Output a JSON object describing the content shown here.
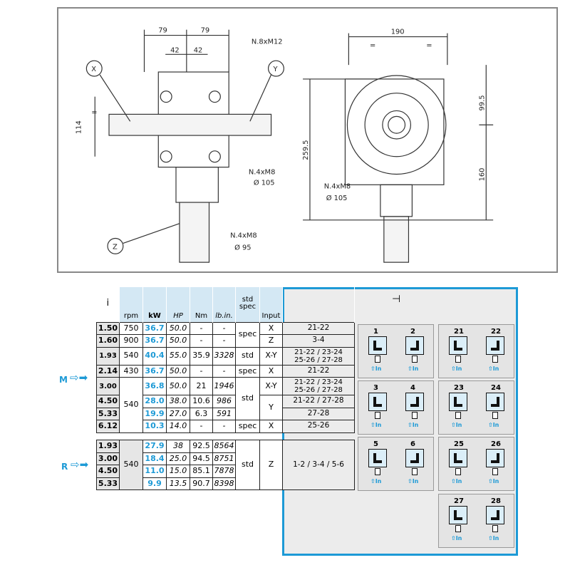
{
  "drawing": {
    "dims_top": [
      "79",
      "79"
    ],
    "dims_inner": [
      "42",
      "42"
    ],
    "bolt_top": "N.8xM12",
    "shaft_labels": {
      "x": "X",
      "y": "Y",
      "z": "Z"
    },
    "dim_left": "114",
    "equal": "=",
    "flange_y": {
      "bolts": "N.4xM8",
      "dia": "Ø 105"
    },
    "flange_z": {
      "bolts": "N.4xM8",
      "dia": "Ø 95"
    },
    "side_width": "190",
    "side_height": "259.5",
    "side_upper": "99.5",
    "side_lower": "160",
    "flange_side": {
      "bolts": "N.4xM8",
      "dia": "Ø 105"
    }
  },
  "headers": {
    "i": "i",
    "rpm": "rpm",
    "kw": "kW",
    "hp": "HP",
    "nm": "Nm",
    "lbin": "lb.in.",
    "std": "std",
    "spec": "spec",
    "input": "Input"
  },
  "side_labels": {
    "m": "M",
    "r": "R"
  },
  "m_rows": [
    {
      "i": "1.50",
      "rpm": "750",
      "kw": "36.7",
      "hp": "50.0",
      "nm": "-",
      "lb": "-",
      "type": "spec",
      "input": "X",
      "cfg": "21-22"
    },
    {
      "i": "1.60",
      "rpm": "900",
      "kw": "36.7",
      "hp": "50.0",
      "nm": "-",
      "lb": "-",
      "input": "Z",
      "cfg": "3-4"
    },
    {
      "i": "1.93",
      "rpm": "540",
      "kw": "40.4",
      "hp": "55.0",
      "nm": "35.9",
      "lb": "3328",
      "type": "std",
      "input": "X-Y",
      "cfg": "21-22 / 23-24",
      "cfg2": "25-26 / 27-28"
    },
    {
      "i": "2.14",
      "rpm": "430",
      "kw": "36.7",
      "hp": "50.0",
      "nm": "-",
      "lb": "-",
      "type": "spec",
      "input": "X",
      "cfg": "21-22"
    },
    {
      "i": "3.00",
      "rpm": "540",
      "kw": "36.8",
      "hp": "50.0",
      "nm": "21",
      "lb": "1946",
      "type": "std",
      "input": "X-Y",
      "cfg": "21-22 / 23-24",
      "cfg2": "25-26 / 27-28"
    },
    {
      "i": "4.50",
      "kw": "28.0",
      "hp": "38.0",
      "nm": "10.6",
      "lb": "986",
      "input": "Y",
      "cfg": "21-22 / 27-28"
    },
    {
      "i": "5.33",
      "kw": "19.9",
      "hp": "27.0",
      "nm": "6.3",
      "lb": "591",
      "cfg": "27-28"
    },
    {
      "i": "6.12",
      "kw": "10.3",
      "hp": "14.0",
      "nm": "-",
      "lb": "-",
      "type": "spec",
      "input": "X",
      "cfg": "25-26"
    }
  ],
  "r_rows": [
    {
      "i": "1.93",
      "rpm": "540",
      "kw": "27.9",
      "hp": "38",
      "nm": "92.5",
      "lb": "8564",
      "type": "std",
      "input": "Z",
      "cfg": "1-2 / 3-4 / 5-6"
    },
    {
      "i": "3.00",
      "kw": "18.4",
      "hp": "25.0",
      "nm": "94.5",
      "lb": "8751"
    },
    {
      "i": "4.50",
      "kw": "11.0",
      "hp": "15.0",
      "nm": "85.1",
      "lb": "7878"
    },
    {
      "i": "5.33",
      "kw": "9.9",
      "hp": "13.5",
      "nm": "90.7",
      "lb": "8398"
    }
  ],
  "configs": [
    [
      "1",
      "2"
    ],
    [
      "21",
      "22"
    ],
    [
      "3",
      "4"
    ],
    [
      "23",
      "24"
    ],
    [
      "5",
      "6"
    ],
    [
      "25",
      "26"
    ],
    [
      "27",
      "28"
    ]
  ],
  "input_label": "In"
}
